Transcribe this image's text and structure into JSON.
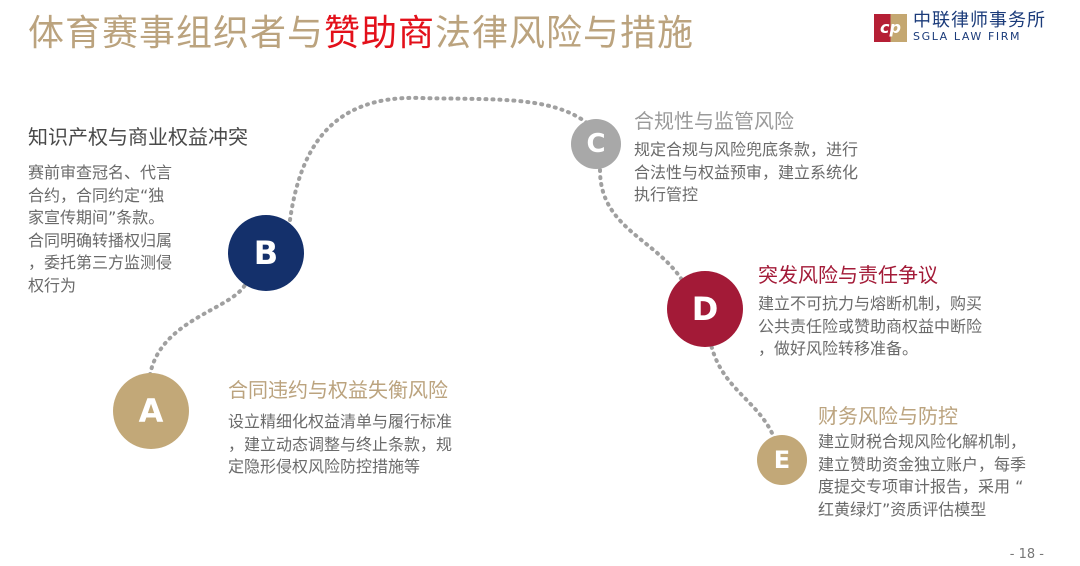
{
  "title": {
    "part1": "体育赛事组织者与",
    "highlight": "赞助商",
    "part2": "法律风险与措施"
  },
  "logo": {
    "mark": "cp",
    "cn": "中联律师事务所",
    "en": "SGLA LAW FIRM"
  },
  "colors": {
    "title": "#bba37e",
    "highlight": "#e3101a",
    "A": "#c2a878",
    "B": "#14306b",
    "C": "#a8a8a8",
    "D": "#a31a37",
    "E": "#c2a878"
  },
  "items": {
    "A": {
      "letter": "A",
      "heading": "合同违约与权益失衡风险",
      "lines": [
        "设立精细化权益清单与履行标准",
        "，建立动态调整与终止条款，规",
        "定隐形侵权风险防控措施等"
      ]
    },
    "B": {
      "letter": "B",
      "heading": "知识产权与商业权益冲突",
      "lines": [
        "赛前审查冠名、代言",
        "合约，合同约定“独",
        "家宣传期间”条款。",
        "合同明确转播权归属",
        "，委托第三方监测侵",
        "权行为"
      ]
    },
    "C": {
      "letter": "C",
      "heading": "合规性与监管风险",
      "lines": [
        "规定合规与风险兜底条款，进行",
        "合法性与权益预审，建立系统化",
        "执行管控"
      ]
    },
    "D": {
      "letter": "D",
      "heading": "突发风险与责任争议",
      "lines": [
        "建立不可抗力与熔断机制，购买",
        "公共责任险或赞助商权益中断险",
        "，做好风险转移准备。"
      ]
    },
    "E": {
      "letter": "E",
      "heading": "财务风险与防控",
      "lines": [
        "建立财税合规风险化解机制，",
        "建立赞助资金独立账户，每季",
        "度提交专项审计报告，采用 “",
        "红黄绿灯”资质评估模型"
      ]
    }
  },
  "page": "- 18 -"
}
